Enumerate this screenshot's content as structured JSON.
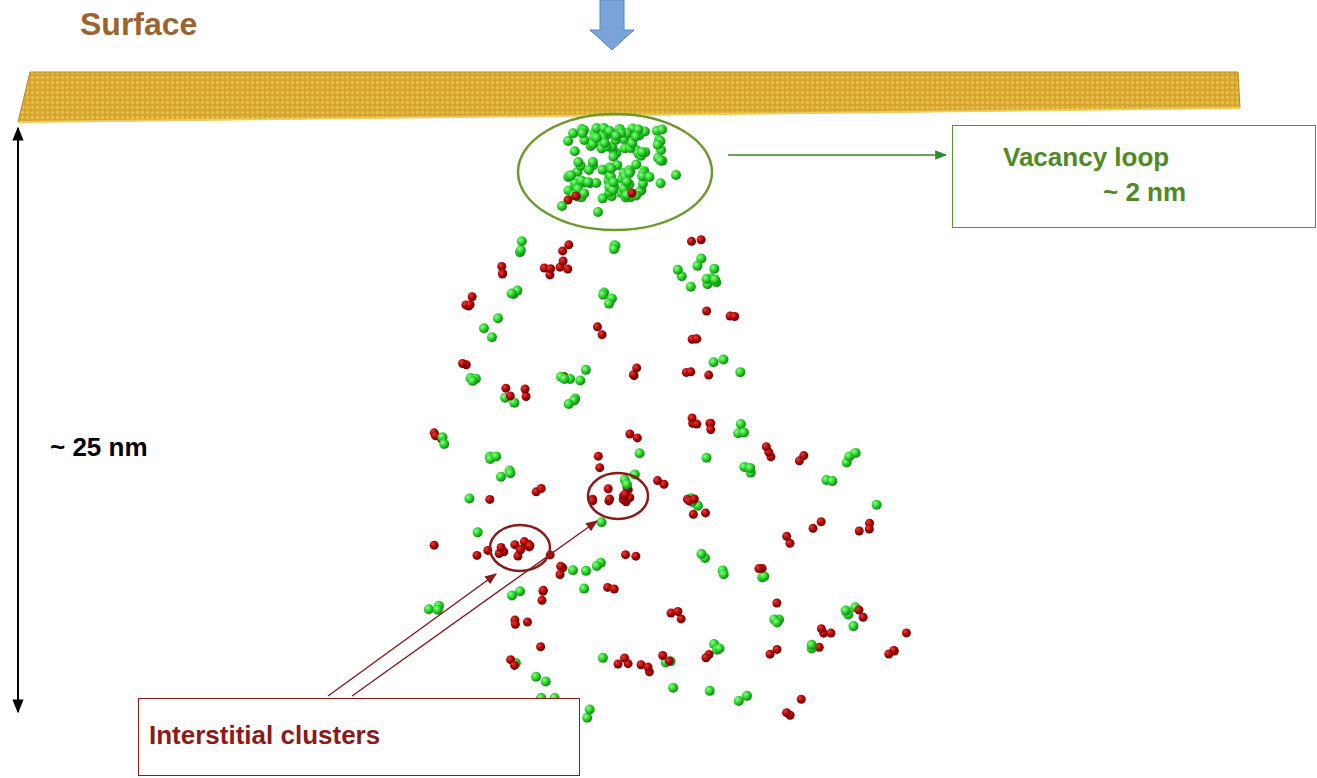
{
  "diagram": {
    "nodes": [
      {
        "text": [
          "Vacancy loop",
          "~ 2 nm"
        ]
      },
      {
        "text": [
          "Interstitial clusters"
        ]
      }
    ],
    "labels": [
      "Surface",
      "~ 25 nm"
    ]
  }
}
